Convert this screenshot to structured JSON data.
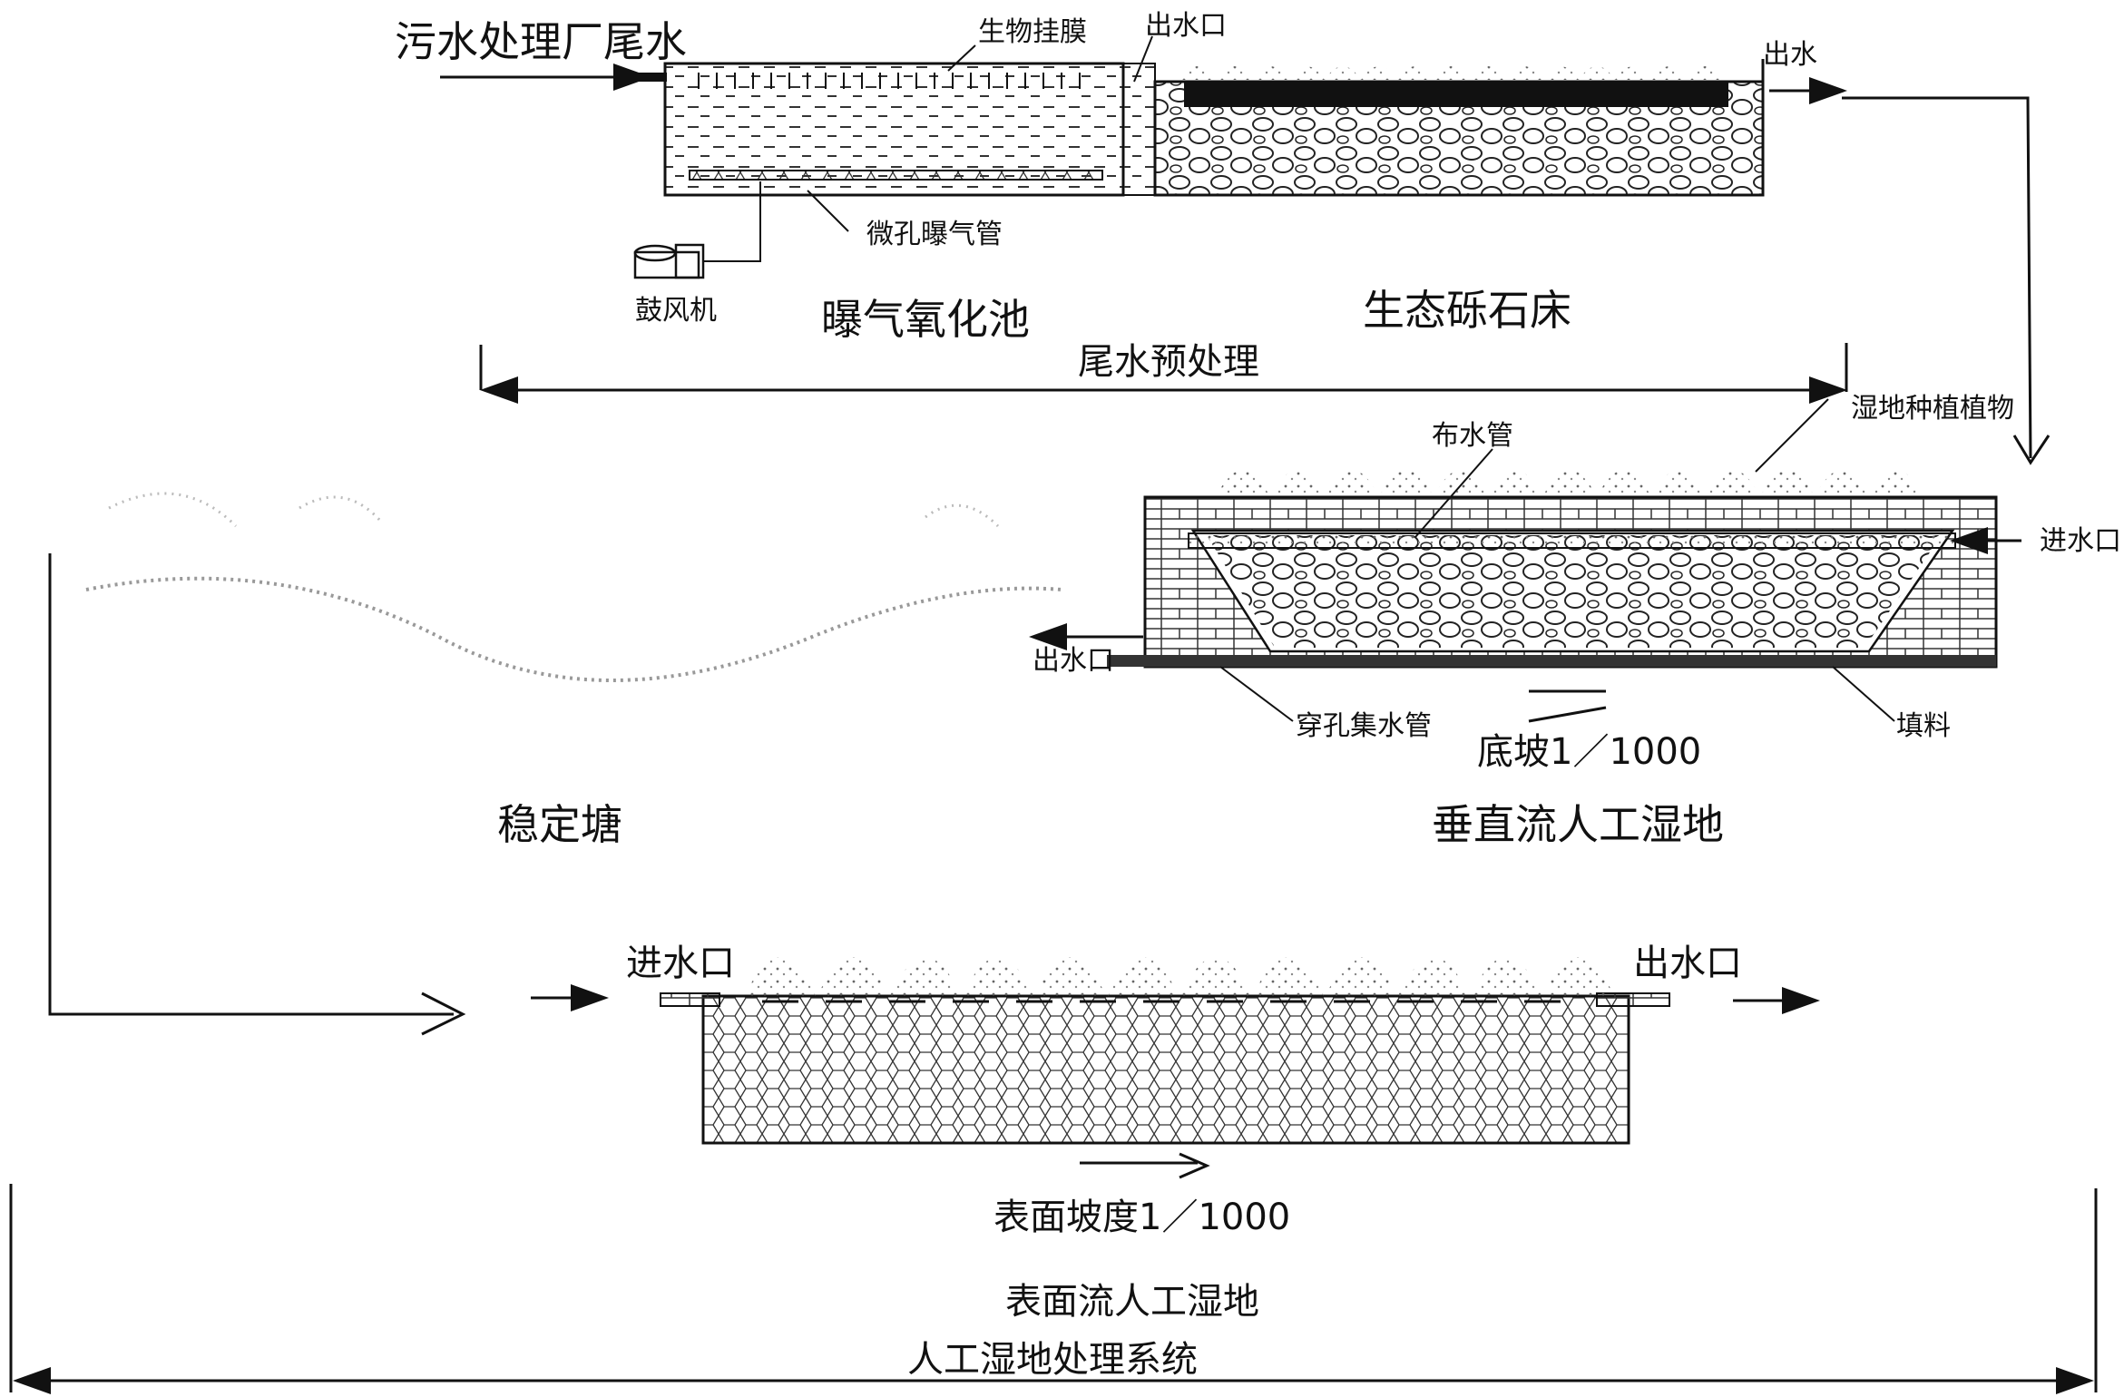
{
  "labels": {
    "wwtp_effluent": "污水处理厂尾水",
    "biofilm": "生物挂膜",
    "outlet_top": "出水口",
    "outflow": "出水",
    "micro_aeration_pipe": "微孔曝气管",
    "blower": "鼓风机",
    "aeration_tank": "曝气氧化池",
    "eco_gravel_bed": "生态砾石床",
    "pretreatment": "尾水预处理",
    "wetland_plants": "湿地种植植物",
    "distribution_pipe": "布水管",
    "vf_inlet": "进水口",
    "vf_outlet": "出水口",
    "perforated_collector": "穿孔集水管",
    "filler": "填料",
    "bottom_slope": "底坡1／1000",
    "stabilization_pond": "稳定塘",
    "vertical_flow_wetland": "垂直流人工湿地",
    "sf_inlet": "进水口",
    "sf_outlet": "出水口",
    "surface_slope": "表面坡度1／1000",
    "surface_flow_wetland": "表面流人工湿地",
    "system_total": "人工湿地处理系统"
  }
}
